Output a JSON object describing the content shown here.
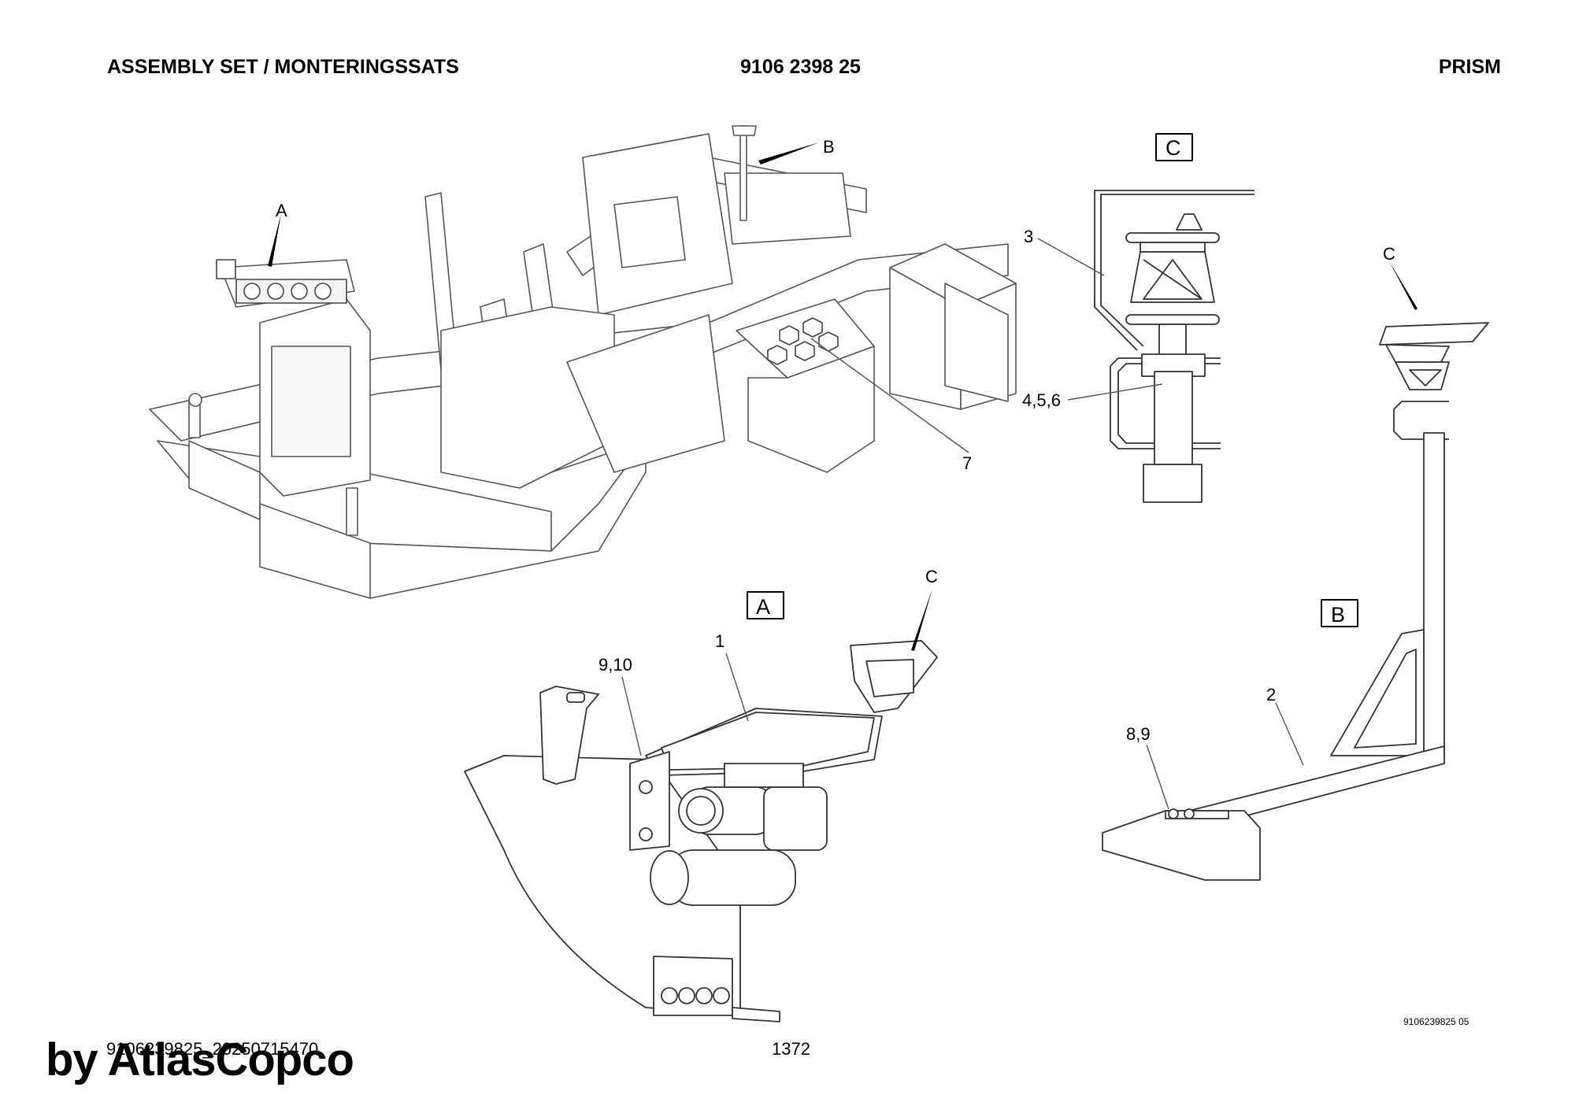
{
  "header": {
    "title": "ASSEMBLY SET / MONTERINGSSATS",
    "part_number": "9106 2398 25",
    "product": "PRISM"
  },
  "views": {
    "a": "A",
    "b": "B",
    "c": "C"
  },
  "callouts": {
    "detail_a": "A",
    "detail_b": "B",
    "detail_c_on_a": "C",
    "detail_c_on_b": "C",
    "item_1": "1",
    "item_2": "2",
    "item_3": "3",
    "items_4_5_6": "4,5,6",
    "item_7": "7",
    "items_8_9": "8,9",
    "items_9_10": "9,10"
  },
  "footer": {
    "doc_code": "9106239825_20250715470",
    "page": "1372",
    "drawing_number": "9106239825 05",
    "brand": "by AtlasCopco"
  }
}
